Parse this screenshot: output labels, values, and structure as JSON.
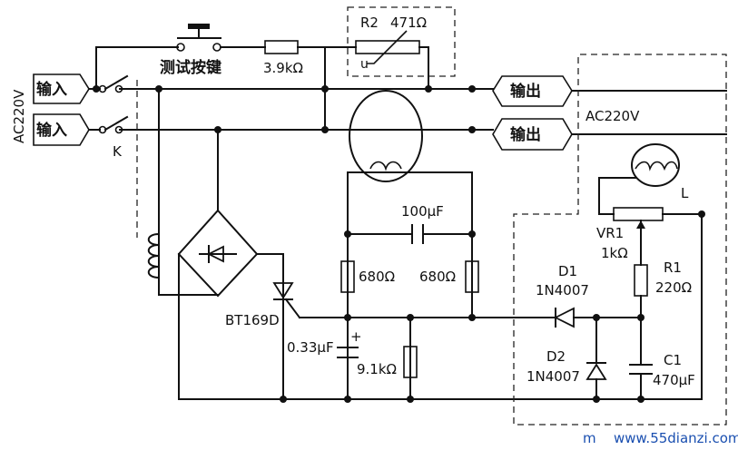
{
  "terminals": {
    "input_1": "输入",
    "input_2": "输入",
    "output_1": "输出",
    "output_2": "输出"
  },
  "labels": {
    "ac_in": "AC220V",
    "ac_out": "AC220V",
    "test_button": "测试按键",
    "switch_k": "K",
    "r_series": "3.9kΩ",
    "r2_name": "R2",
    "r2_value": "471Ω",
    "cap_top": "100μF",
    "r680_left": "680Ω",
    "r680_right": "680Ω",
    "scr": "BT169D",
    "cap_small": "0.33μF",
    "r_gate": "9.1kΩ",
    "d1_name": "D1",
    "d1_part": "1N4007",
    "d2_name": "D2",
    "d2_part": "1N4007",
    "vr1_name": "VR1",
    "vr1_value": "1kΩ",
    "r1_name": "R1",
    "r1_value": "220Ω",
    "c1_name": "C1",
    "c1_value": "470μF",
    "lamp_l": "L",
    "plus": "+",
    "r2_wiper": "u"
  },
  "watermark": {
    "prefix": "m",
    "site": "www.55dianzi.com"
  }
}
